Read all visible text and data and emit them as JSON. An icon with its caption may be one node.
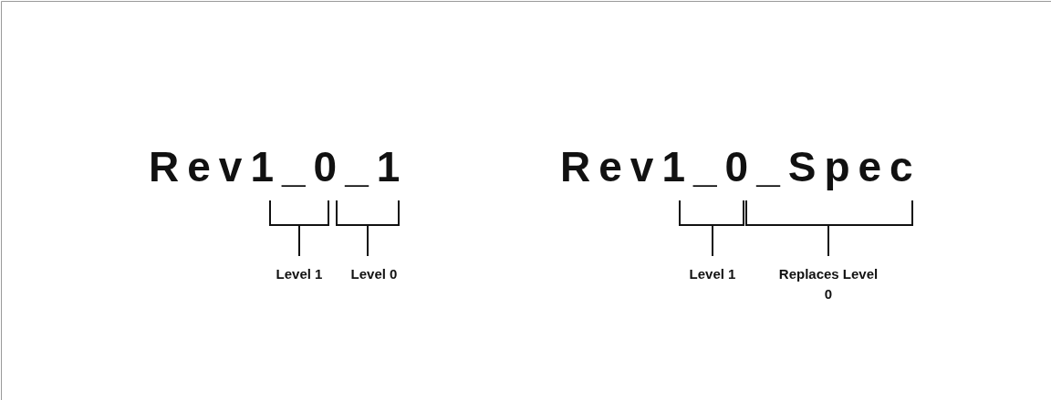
{
  "diagram": {
    "labels": [
      "Rev1_0_1",
      "Rev1_0_Spec",
      "Level 1",
      "Level 0",
      "Level 1",
      "Replaces Level 0"
    ]
  }
}
